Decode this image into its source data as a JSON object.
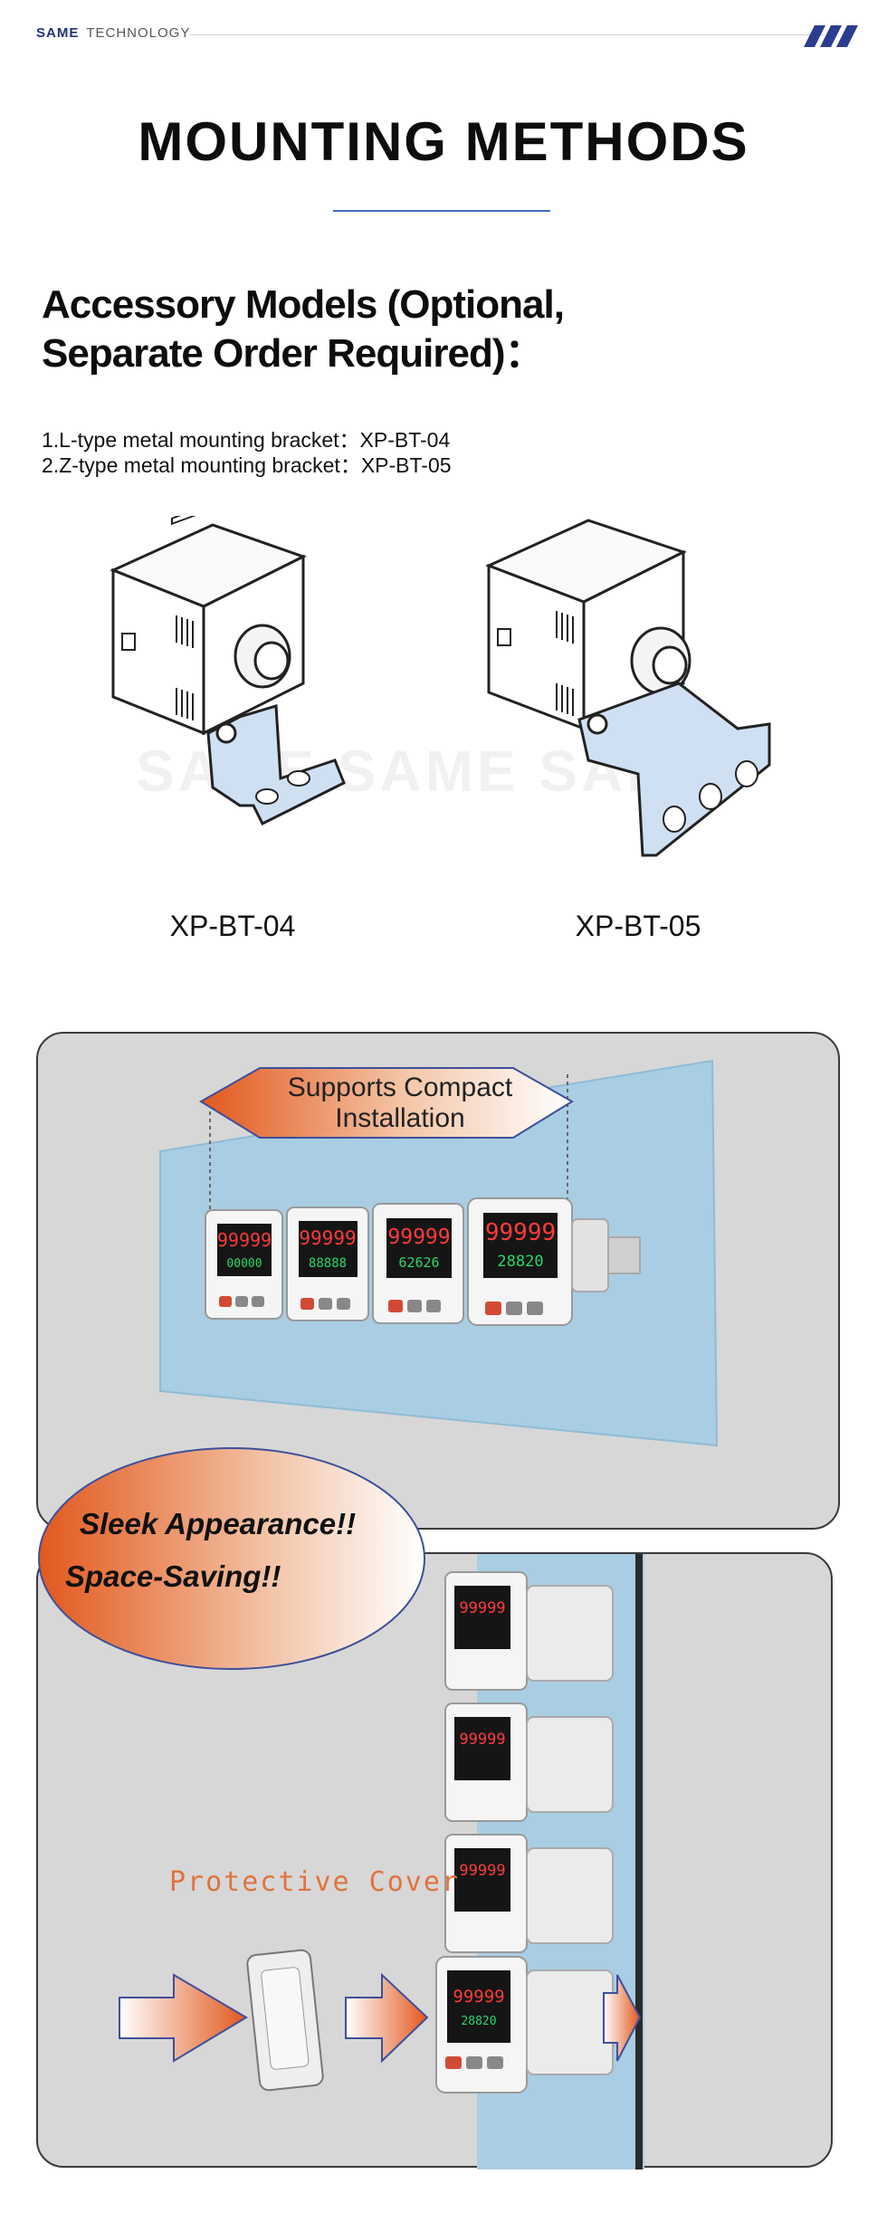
{
  "header": {
    "brand": "SAME",
    "brand_sub": "TECHNOLOGY"
  },
  "title": "MOUNTING METHODS",
  "subtitle_line1": "Accessory Models (Optional,",
  "subtitle_line2": "Separate Order Required)：",
  "accessories": [
    "1.L-type metal mounting bracket：XP-BT-04",
    "2.Z-type metal mounting bracket：XP-BT-05"
  ],
  "brackets": [
    {
      "label": "XP-BT-04"
    },
    {
      "label": "XP-BT-05"
    }
  ],
  "watermark": "SAME SAME SAME",
  "compact_callout_line1": "Supports Compact",
  "compact_callout_line2": "Installation",
  "sleek_line1": "Sleek Appearance!!",
  "sleek_line2": "Space-Saving!!",
  "protective_cover": "Protective Cover",
  "display_readings": [
    "99999",
    "00000",
    "99999",
    "88888",
    "99999",
    "62626",
    "99999",
    "28820"
  ],
  "colors": {
    "accent": "#3f6fb5",
    "brand": "#22337a",
    "orange": "#e2581d",
    "glass": "#a9cde3",
    "panel": "#d7d7d7"
  }
}
